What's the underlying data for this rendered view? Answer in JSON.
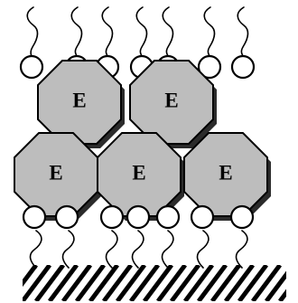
{
  "diagram": {
    "enzyme_label": "E",
    "enzymes": [
      {
        "label": "E"
      },
      {
        "label": "E"
      },
      {
        "label": "E"
      },
      {
        "label": "E"
      },
      {
        "label": "E"
      }
    ],
    "colors": {
      "enzyme_fill": "#bdbdbd",
      "enzyme_shadow": "#2b2b2b",
      "lipid_head_fill": "#ffffff",
      "outline": "#000000"
    }
  }
}
